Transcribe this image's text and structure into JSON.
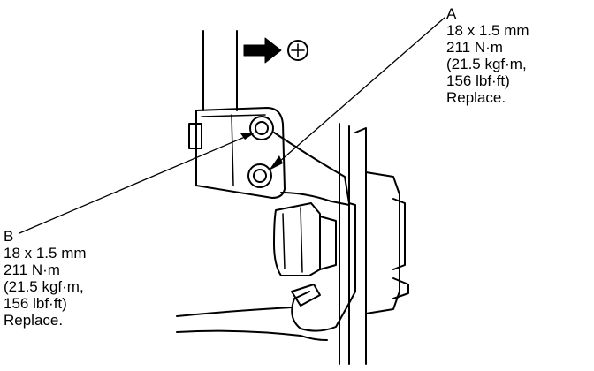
{
  "callouts": {
    "a": {
      "letter": "A",
      "lines": [
        "18 x 1.5 mm",
        "211 N·m",
        "(21.5 kgf·m,",
        "156 lbf·ft)",
        "Replace."
      ]
    },
    "b": {
      "letter": "B",
      "lines": [
        "18 x 1.5 mm",
        "211 N·m",
        "(21.5 kgf·m,",
        "156 lbf·ft)",
        "Replace."
      ]
    }
  },
  "direction_symbol": "⊕",
  "icons": [
    "arrow-right-icon",
    "circled-plus-icon"
  ],
  "colors": {
    "ink": "#000000",
    "paper": "#ffffff"
  }
}
